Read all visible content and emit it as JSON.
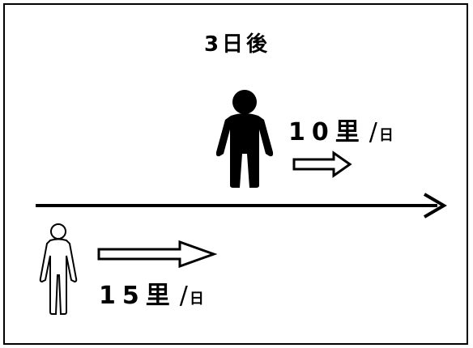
{
  "title": "3日後",
  "walker_ahead": {
    "speed_value": "10里",
    "unit_sep": "/",
    "unit": "日"
  },
  "walker_behind": {
    "speed_value": "15里",
    "unit_sep": "/",
    "unit": "日"
  },
  "colors": {
    "ink": "#000000",
    "background": "#ffffff"
  },
  "icons": [
    "person-filled-icon",
    "person-outline-icon",
    "arrow-right-icon"
  ]
}
